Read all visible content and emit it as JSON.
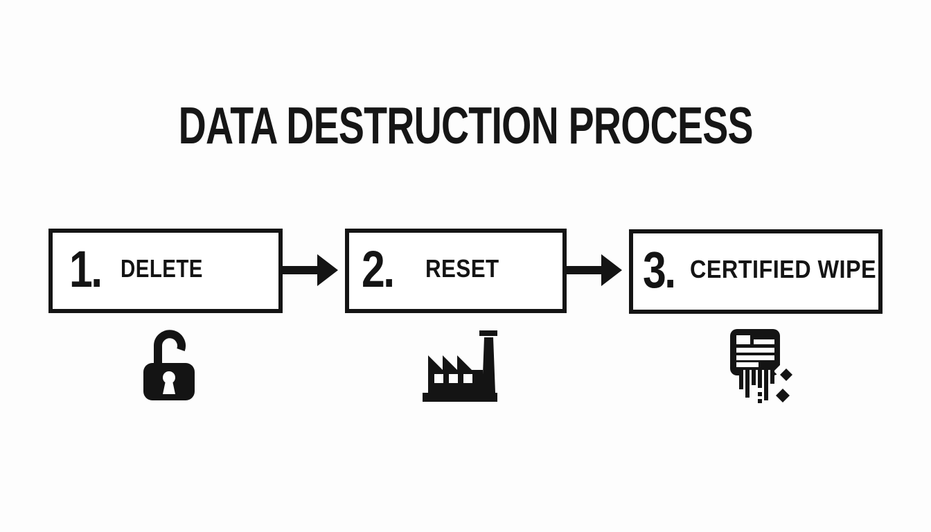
{
  "title": "DATA DESTRUCTION PROCESS",
  "steps": [
    {
      "number": "1.",
      "label": "DELETE",
      "icon": "unlocked-padlock"
    },
    {
      "number": "2.",
      "label": "RESET",
      "icon": "factory"
    },
    {
      "number": "3.",
      "label": "CERTIFIED WIPE",
      "icon": "shredded-document"
    }
  ],
  "connectors": [
    {
      "from": "DELETE",
      "to": "RESET",
      "icon": "arrow-right"
    },
    {
      "from": "RESET",
      "to": "CERTIFIED WIPE",
      "icon": "arrow-right"
    }
  ],
  "colors": {
    "background": "#fdfdfd",
    "ink": "#141414",
    "box_fill": "#ffffff",
    "box_border": "#141414"
  }
}
